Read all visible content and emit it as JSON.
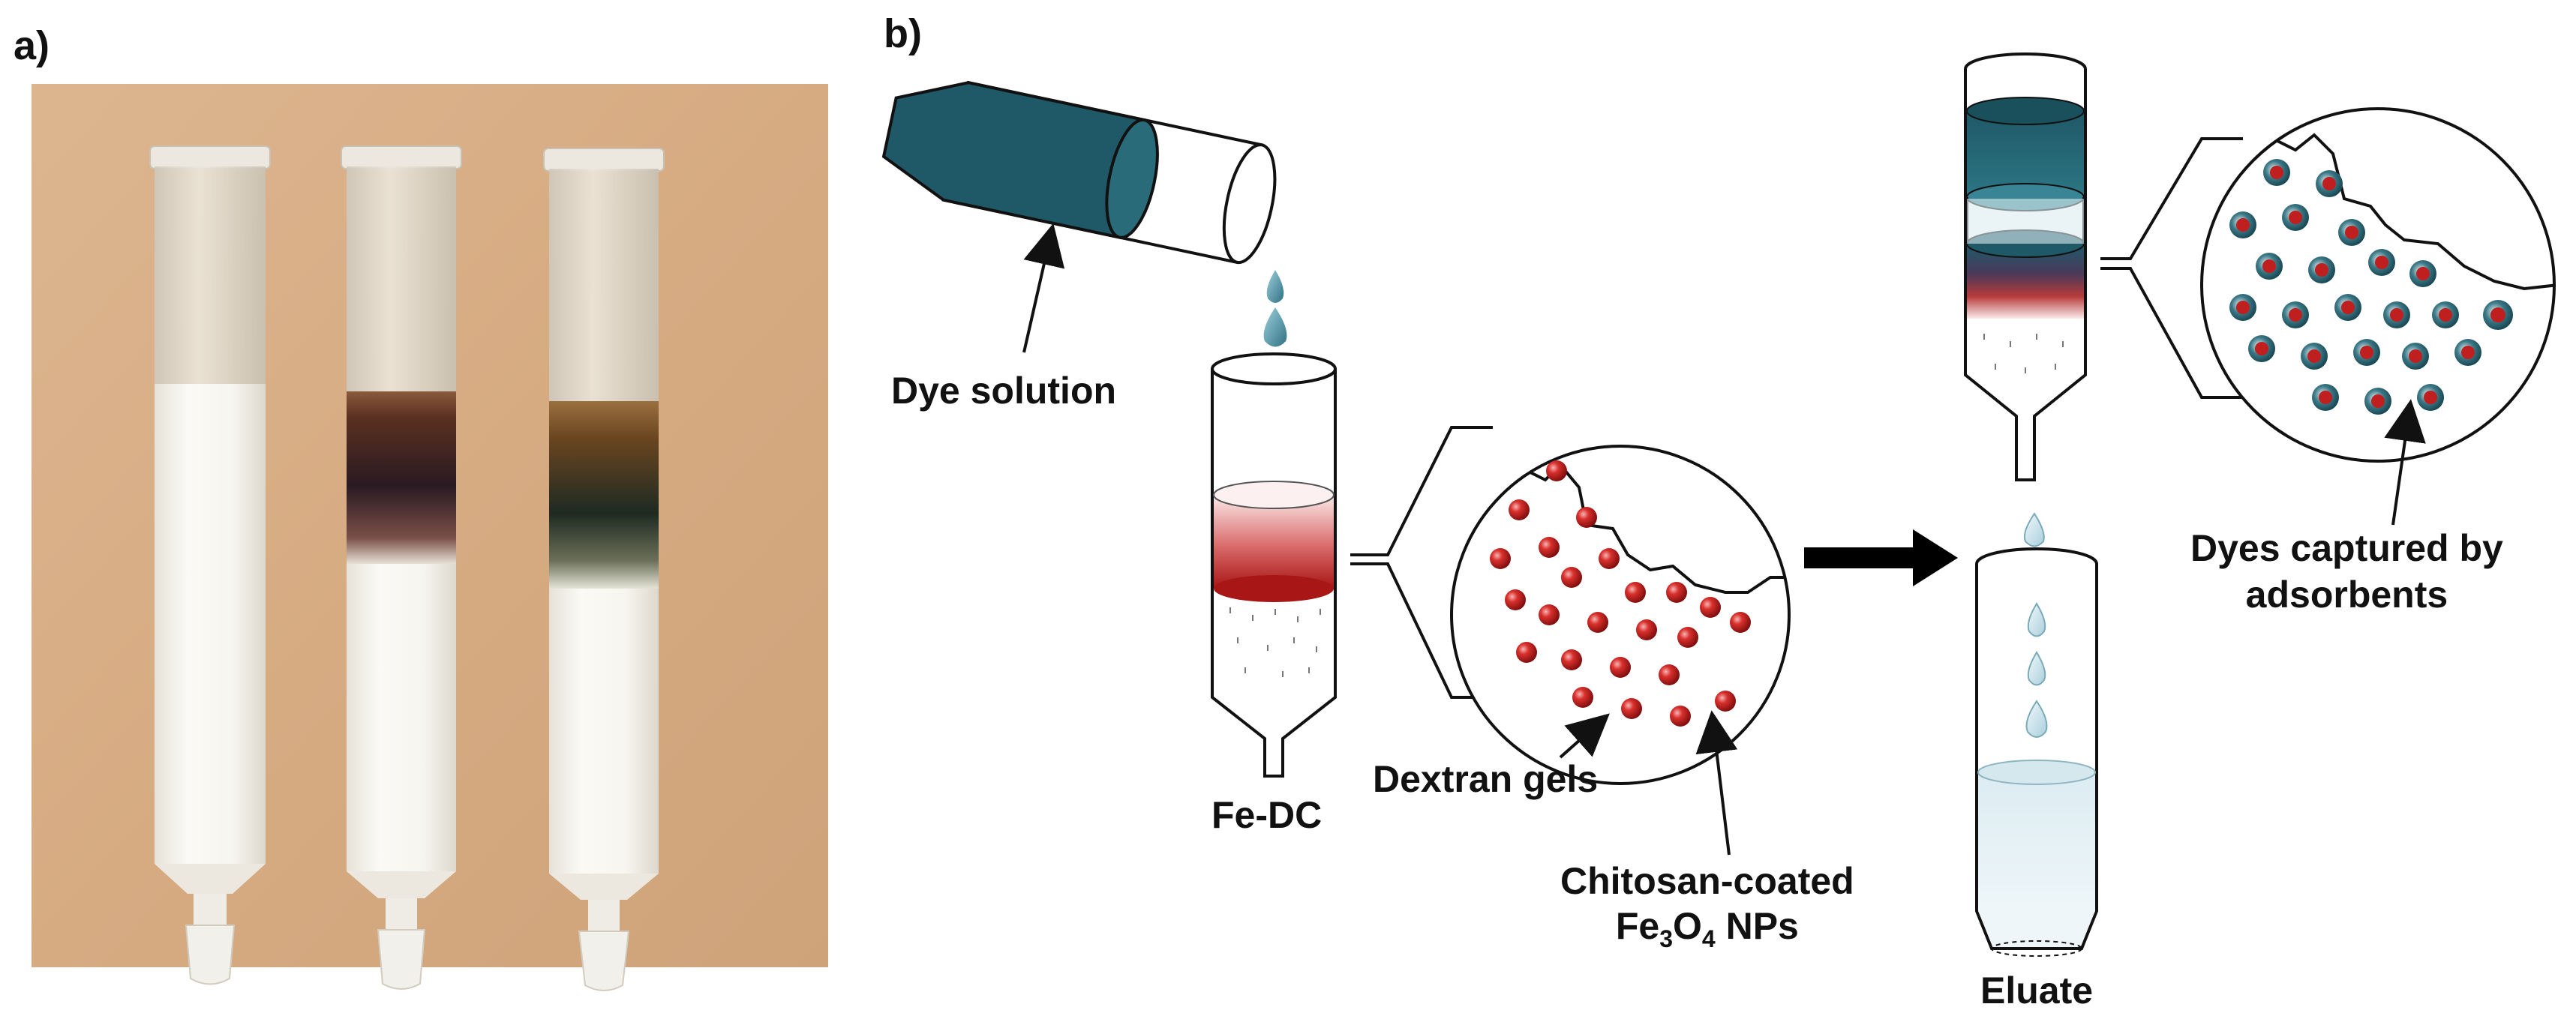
{
  "panel_a": {
    "label": "a)"
  },
  "panel_b": {
    "label": "b)",
    "labels": {
      "dye_solution": "Dye solution",
      "fe_dc": "Fe-DC",
      "dextran_gels": "Dextran gels",
      "np_line1": "Chitosan-coated",
      "np_fe": "Fe",
      "np_sub1": "3",
      "np_o": "O",
      "np_sub2": "4",
      "np_tail": " NPs",
      "eluate": "Eluate",
      "captured_line1": "Dyes captured by",
      "captured_line2": "adsorbents"
    }
  },
  "colors": {
    "teal": "#1f5866",
    "dye_red": "#b31b1b",
    "background_wood": "#d8b08a",
    "column_white": "#f6f4ee"
  }
}
